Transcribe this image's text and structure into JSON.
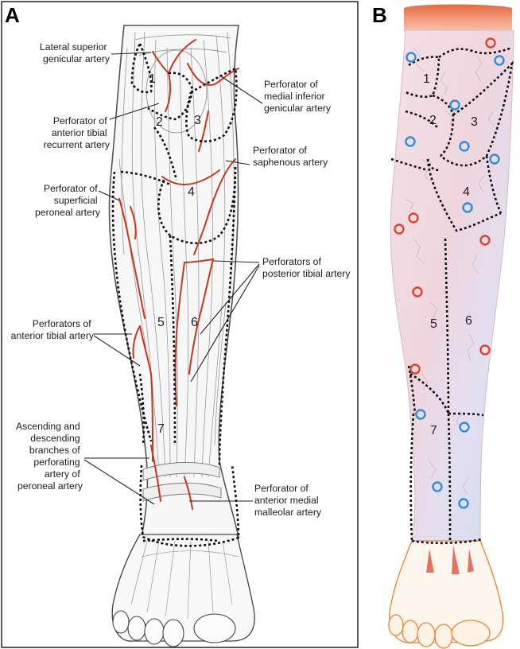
{
  "panels": {
    "a": "A",
    "b": "B"
  },
  "labels": {
    "lat_sup_genicular": [
      "Lateral superior",
      "genicular artery"
    ],
    "ant_tibial_recurrent": [
      "Perforator of",
      "anterior tibial",
      "recurrent artery"
    ],
    "sup_peroneal": [
      "Perforator of",
      "superficial",
      "peroneal artery"
    ],
    "ant_tibial": [
      "Perforators of",
      "anterior tibial artery"
    ],
    "asc_desc_peroneal": [
      "Ascending and",
      "descending",
      "branches of",
      "perforating",
      "artery of",
      "peroneal artery"
    ],
    "med_inf_genicular": [
      "Perforator of",
      "medial inferior",
      "genicular artery"
    ],
    "saphenous": [
      "Perforator of",
      "saphenous artery"
    ],
    "post_tibial": [
      "Perforators of",
      "posterior tibial artery"
    ],
    "ant_med_malleolar": [
      "Perforator of",
      "anterior medial",
      "malleolar artery"
    ]
  },
  "zones_a": [
    "1",
    "2",
    "3",
    "4",
    "5",
    "6",
    "7"
  ],
  "zones_b": [
    "1",
    "2",
    "3",
    "4",
    "5",
    "6",
    "7"
  ],
  "colors": {
    "artery": "#c8361b",
    "red_marker": "#e0442a",
    "blue_marker": "#2e8fd8",
    "skin_pink": "#f1dbe0",
    "skin_blue": "#d9dff0",
    "foot_orange": "#e8832f"
  }
}
